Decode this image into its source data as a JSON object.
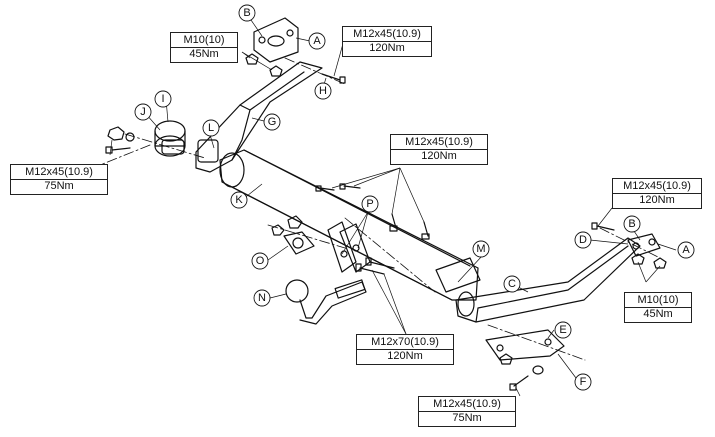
{
  "parts": {
    "A1": "A",
    "B1": "B",
    "H": "H",
    "I": "I",
    "J": "J",
    "L": "L",
    "G": "G",
    "K": "K",
    "P": "P",
    "M": "M",
    "O": "O",
    "N": "N",
    "C": "C",
    "D": "D",
    "B2": "B",
    "A2": "A",
    "E": "E",
    "F": "F"
  },
  "specs": {
    "m10_top": {
      "bolt": "M10(10)",
      "torque": "45Nm"
    },
    "m12_top": {
      "bolt": "M12x45(10.9)",
      "torque": "120Nm"
    },
    "m12_left": {
      "bolt": "M12x45(10.9)",
      "torque": "75Nm"
    },
    "m12_center": {
      "bolt": "M12x45(10.9)",
      "torque": "120Nm"
    },
    "m12_right": {
      "bolt": "M12x45(10.9)",
      "torque": "120Nm"
    },
    "m10_right": {
      "bolt": "M10(10)",
      "torque": "45Nm"
    },
    "m12x70": {
      "bolt": "M12x70(10.9)",
      "torque": "120Nm"
    },
    "m12_bottom": {
      "bolt": "M12x45(10.9)",
      "torque": "75Nm"
    }
  }
}
